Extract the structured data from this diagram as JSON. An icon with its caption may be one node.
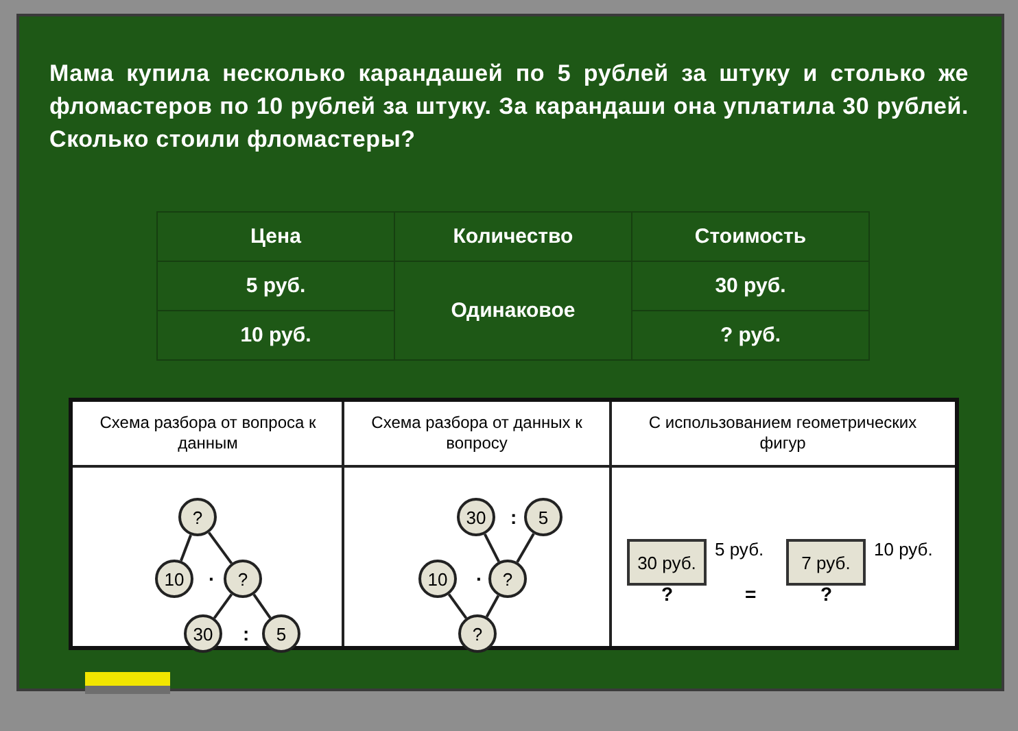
{
  "diagram": {
    "title": "Мама купила несколько карандашей по 5 рублей за штуку и столько же фломастеров по 10 рублей за штуку. За карандаши она уплатила 30 рублей. Сколько стоили фломастеры?",
    "nodes": [
      {
        "text": [
          "?"
        ]
      },
      {
        "text": [
          "10"
        ]
      },
      {
        "text": [
          "?"
        ]
      },
      {
        "text": [
          "30"
        ]
      },
      {
        "text": [
          "5"
        ]
      },
      {
        "text": [
          "30"
        ]
      },
      {
        "text": [
          "5"
        ]
      },
      {
        "text": [
          "10"
        ]
      },
      {
        "text": [
          "?"
        ]
      },
      {
        "text": [
          "?"
        ]
      },
      {
        "text": [
          "30 руб."
        ],
        "beside": [
          "5 руб."
        ]
      },
      {
        "text": [
          "7 руб."
        ],
        "beside": [
          "10 руб."
        ]
      }
    ],
    "edges": [
      {
        "from": 0,
        "to": 1,
        "arrow": "none"
      },
      {
        "from": 0,
        "to": 2,
        "arrow": "none"
      },
      {
        "from": 2,
        "to": 3,
        "arrow": "none"
      },
      {
        "from": 2,
        "to": 4,
        "arrow": "none"
      },
      {
        "from": 5,
        "to": 8,
        "arrow": "none"
      },
      {
        "from": 6,
        "to": 8,
        "arrow": "none"
      },
      {
        "from": 7,
        "to": 9,
        "arrow": "none"
      },
      {
        "from": 8,
        "to": 9,
        "arrow": "none"
      }
    ],
    "labels": [
      "Цена",
      "Количество",
      "Стоимость",
      "5 руб.",
      "Одинаковое",
      "30 руб.",
      "10 руб.",
      "? руб.",
      "Схема разбора от вопроса к данным",
      "Схема разбора от данных к вопросу",
      "С использованием геометрических фигур",
      "·",
      ":",
      ":",
      "·",
      "?",
      "=",
      "?"
    ]
  }
}
